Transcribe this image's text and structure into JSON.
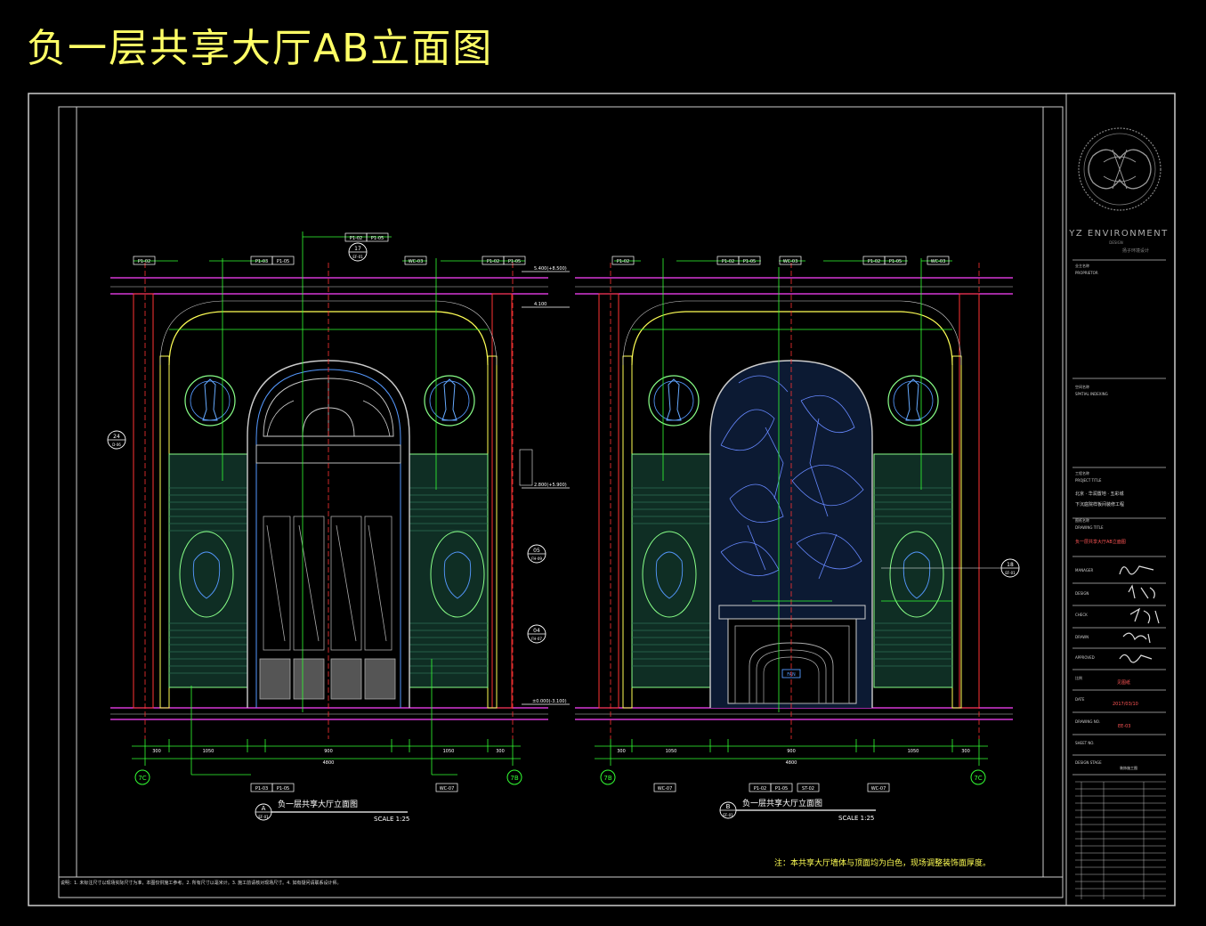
{
  "page_title": "负一层共享大厅AB立面图",
  "brand": {
    "name": "YZ ENVIRONMENT",
    "sub": "DESIGN",
    "cn": "扬子环境设计"
  },
  "title_block": {
    "proprietor_label": "业主名称",
    "proprietor_en": "PROPRIETOR",
    "spatial_label": "空间名称",
    "spatial_en": "SPATIAL INDEXING",
    "project_label": "工程名称",
    "project_en": "PROJECT TITLE",
    "project_line1": "北京 · 华润置地 · 五彩城",
    "project_line2": "下沉庭院样板间装修工程",
    "drawing_label": "图纸名称",
    "drawing_en": "DRAWING TITLE",
    "drawing_title": "负一层共享大厅AB立面图",
    "design_manager": "MANAGER",
    "design": "DESIGN",
    "design_check": "CHECK",
    "drawn": "DRAWN",
    "approved": "APPROVED",
    "scale_label": "比例",
    "scale_value": "见图纸",
    "date_label": "DATE",
    "date_value": "2017/03/10",
    "drawing_no_label": "DRAWING NO.",
    "drawing_no_value": "EE-03",
    "sheet_no_label": "SHEET NO.",
    "design_stage_label": "DESIGN STAGE",
    "design_stage_value": "装饰施工图"
  },
  "elevations": [
    {
      "id": "A",
      "ref": "EF-01",
      "title": "负一层共享大厅立面图",
      "scale": "SCALE 1:25",
      "axis_left": "7C",
      "axis_right": "7B",
      "total_width": "4800"
    },
    {
      "id": "B",
      "ref": "EF-01",
      "title": "负一层共享大厅立面图",
      "scale": "SCALE 1:25",
      "axis_left": "7B",
      "axis_right": "7C",
      "total_width": "4800"
    }
  ],
  "callouts": {
    "c17": "17",
    "c17_ref": "EF-01",
    "c24": "24",
    "c24_ref": "D-06",
    "c05": "05",
    "c05_ref": "FH-09",
    "c04": "04",
    "c04_ref": "FH-07",
    "c18": "18",
    "c18_ref": "EF-01",
    "fan_label": "FAN"
  },
  "levels": {
    "l1": "5.400(+8.500)",
    "l2": "4.100",
    "l3": "2.800(+5.900)",
    "l4": "±0.000(-3.100)"
  },
  "note": "注：本共享大厅墙体与顶面均为白色，现场调整装饰面厚度。",
  "footer_note": "说明：1. 未标注尺寸以现场实际尺寸为准，本图仅供施工参考。2. 所有尺寸以毫米计。3. 施工前请核对现场尺寸。4. 如有疑问请联系设计师。",
  "tags": {
    "p1": "P1-03",
    "p2": "P1-05",
    "p3": "WC-03",
    "p4": "P1-02",
    "p5": "WC-07",
    "p6": "ST-02"
  }
}
